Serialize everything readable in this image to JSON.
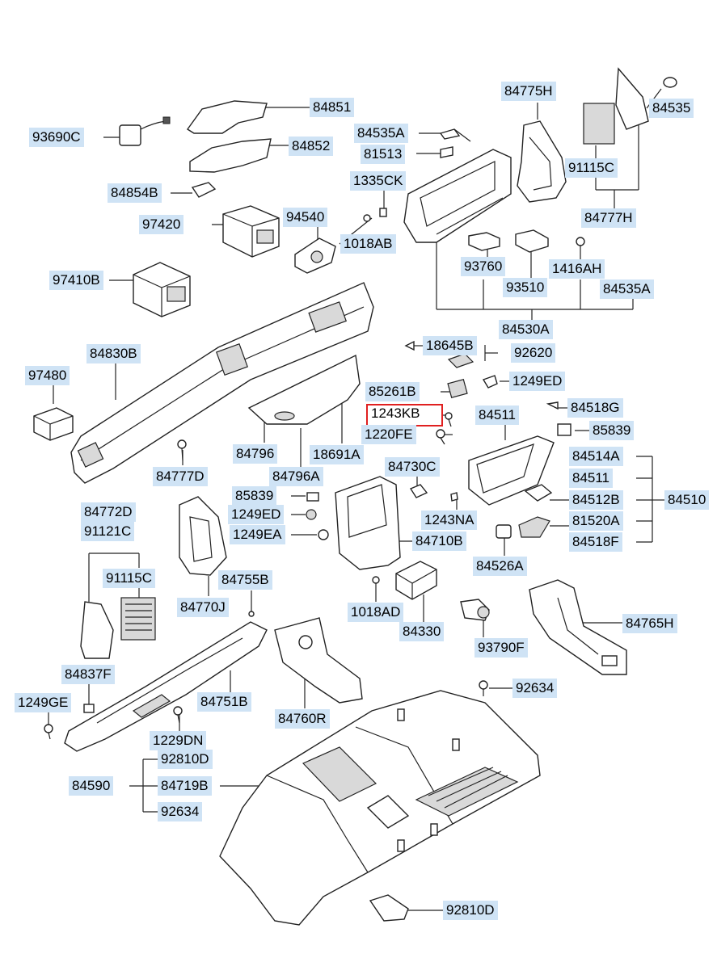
{
  "labels": {
    "p84851": "84851",
    "p93690C": "93690C",
    "p84852": "84852",
    "p84854B": "84854B",
    "p97420": "97420",
    "p94540": "94540",
    "p97410B": "97410B",
    "p84535A_top": "84535A",
    "p81513": "81513",
    "p1335CK": "1335CK",
    "p1018AB": "1018AB",
    "p84775H": "84775H",
    "p84535": "84535",
    "p91115C_top": "91115C",
    "p84777H": "84777H",
    "p93760": "93760",
    "p1416AH": "1416AH",
    "p93510": "93510",
    "p84535A_mid": "84535A",
    "p84530A": "84530A",
    "p84830B": "84830B",
    "p97480": "97480",
    "p18645B": "18645B",
    "p92620": "92620",
    "p85261B": "85261B",
    "p1249ED_r": "1249ED",
    "p1243KB": "1243KB",
    "p84518G": "84518G",
    "p84511_top": "84511",
    "p85839_r": "85839",
    "p1220FE": "1220FE",
    "p84796": "84796",
    "p18691A": "18691A",
    "p84796A": "84796A",
    "p84777D": "84777D",
    "p84730C": "84730C",
    "p84514A": "84514A",
    "p84511_list": "84511",
    "p84510": "84510",
    "p84512B": "84512B",
    "p81520A": "81520A",
    "p84518F": "84518F",
    "p85839_l": "85839",
    "p1249ED_l": "1249ED",
    "p1249EA": "1249EA",
    "p1243NA": "1243NA",
    "p84710B": "84710B",
    "p84526A": "84526A",
    "p84772D": "84772D",
    "p91121C": "91121C",
    "p91115C_low": "91115C",
    "p84755B": "84755B",
    "p84770J": "84770J",
    "p1018AD": "1018AD",
    "p84330": "84330",
    "p84765H": "84765H",
    "p93790F": "93790F",
    "p84837F": "84837F",
    "p1249GE": "1249GE",
    "p84751B": "84751B",
    "p84760R": "84760R",
    "p92634_r": "92634",
    "p1229DN": "1229DN",
    "p92810D_top": "92810D",
    "p84590": "84590",
    "p84719B": "84719B",
    "p92634_low": "92634",
    "p92810D_bot": "92810D"
  },
  "highlight": "1243KB",
  "colors": {
    "label_bg": "#cfe3f5",
    "highlight_border": "#e02020",
    "line": "#222222"
  }
}
